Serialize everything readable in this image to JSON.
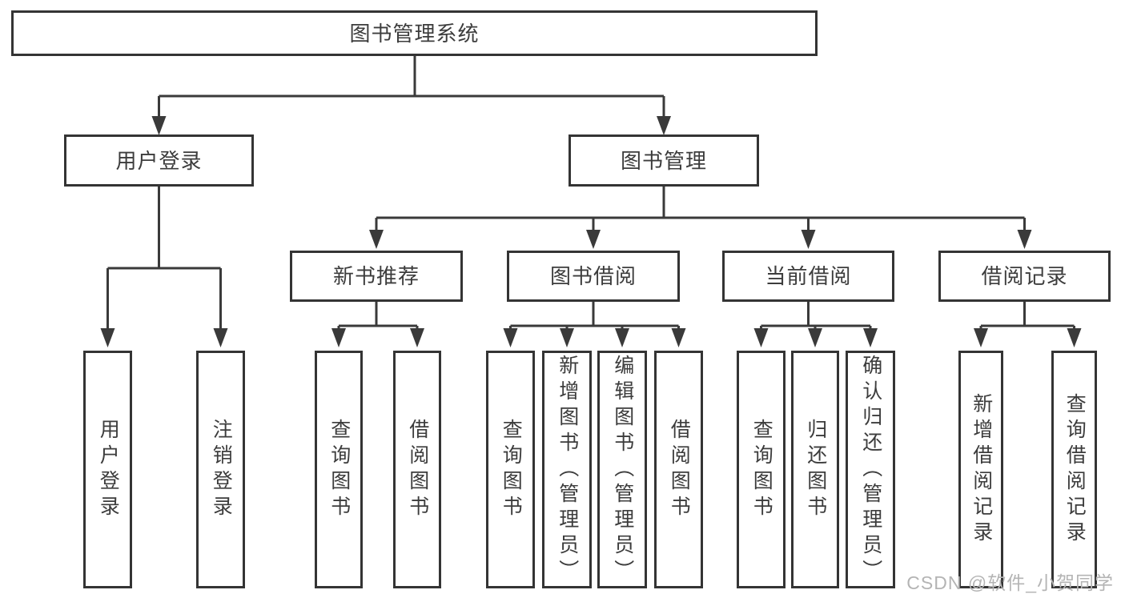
{
  "diagram_type": "functional-structure-tree",
  "tree": {
    "label": "图书管理系统",
    "children": [
      {
        "label": "用户登录",
        "children": [
          {
            "label": "用户登录"
          },
          {
            "label": "注销登录"
          }
        ]
      },
      {
        "label": "图书管理",
        "children": [
          {
            "label": "新书推荐",
            "children": [
              {
                "label": "查询图书"
              },
              {
                "label": "借阅图书"
              }
            ]
          },
          {
            "label": "图书借阅",
            "children": [
              {
                "label": "查询图书"
              },
              {
                "label": "新增图书（管理员）"
              },
              {
                "label": "编辑图书（管理员）"
              },
              {
                "label": "借阅图书"
              }
            ]
          },
          {
            "label": "当前借阅",
            "children": [
              {
                "label": "查询图书"
              },
              {
                "label": "归还图书"
              },
              {
                "label": "确认归还（管理员）"
              }
            ]
          },
          {
            "label": "借阅记录",
            "children": [
              {
                "label": "新增借阅记录"
              },
              {
                "label": "查询借阅记录"
              }
            ]
          }
        ]
      }
    ]
  },
  "watermark": {
    "text": "CSDN @软件_小贺同学"
  },
  "colors": {
    "background": "#ffffff",
    "box_border": "#343434",
    "line": "#3a3a3a",
    "text": "#3c3c3c",
    "watermark_text": "#b4b4b4"
  }
}
